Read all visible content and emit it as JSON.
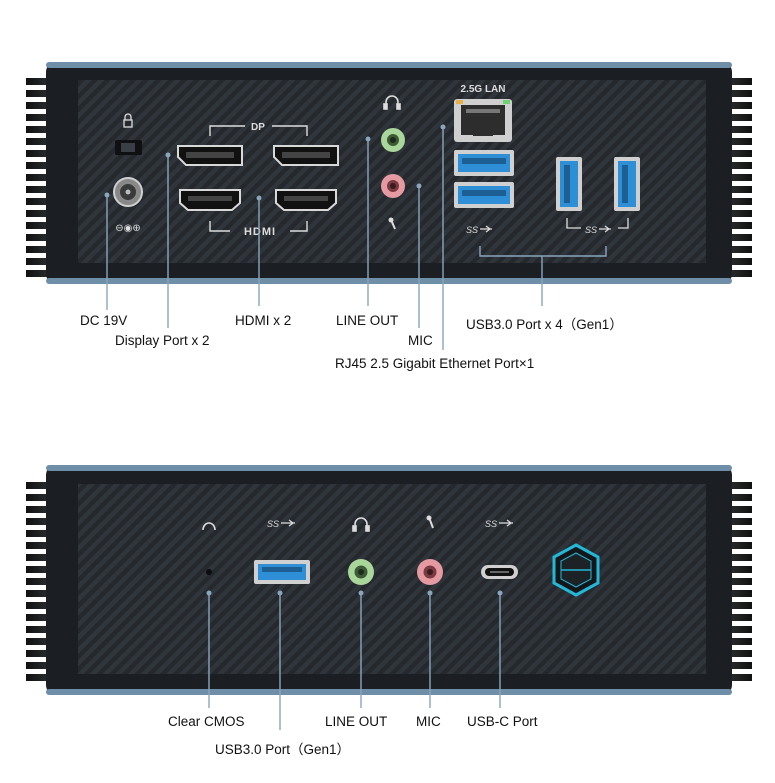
{
  "rear_panel": {
    "port_markings": {
      "dp": "DP",
      "hdmi": "HDMI",
      "lan": "2.5G LAN",
      "usb_left": "SS",
      "usb_right": "SS"
    },
    "callouts": {
      "dc": "DC 19V",
      "displayport": "Display Port x 2",
      "hdmi": "HDMI x 2",
      "line_out": "LINE OUT",
      "mic": "MIC",
      "usb": "USB3.0 Port x 4（Gen1）",
      "rj45": "RJ45  2.5 Gigabit Ethernet Port×1"
    }
  },
  "front_panel": {
    "port_markings": {
      "usb_a": "SS",
      "usb_c": "SS"
    },
    "callouts": {
      "clear_cmos": "Clear CMOS",
      "usb": "USB3.0 Port（Gen1）",
      "line_out": "LINE OUT",
      "mic": "MIC",
      "usb_c": "USB-C Port"
    }
  },
  "colors": {
    "panel_dark": "#23272b",
    "blue_accent": "#6f8ea7",
    "usb_blue": "#2f8fd6",
    "jack_green": "#a9d69a",
    "jack_pink": "#e59aa2",
    "hex_button": "#23b8d8",
    "callout_line": "#8aa6bd"
  }
}
